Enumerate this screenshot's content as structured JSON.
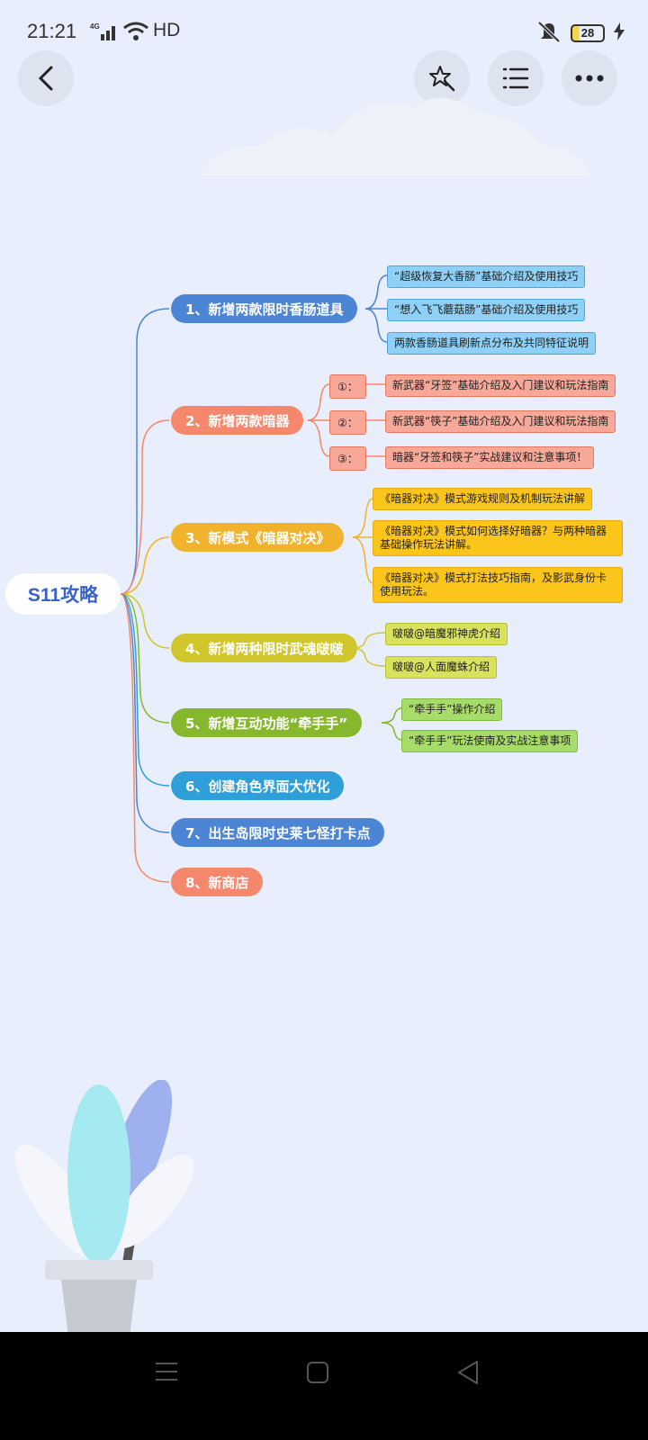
{
  "status": {
    "time": "21:21",
    "network": "4G",
    "hd": "HD",
    "battery": "28"
  },
  "toolbar": {
    "back_icon": "back-arrow",
    "style_icon": "magic-wand",
    "outline_icon": "list",
    "more_icon": "more-dots"
  },
  "mindmap": {
    "root": "S11攻略",
    "branches": [
      {
        "label": "1、新增两款限时香肠道具",
        "color": "#4c84d6",
        "children": [
          "“超级恢复大香肠”基础介绍及使用技巧",
          "“想入飞飞蘑菇肠”基础介绍及使用技巧",
          "两款香肠道具刷新点分布及共同特征说明"
        ]
      },
      {
        "label": "2、新增两款暗器",
        "color": "#f4876c",
        "numbers": [
          "①：",
          "②：",
          "③："
        ],
        "children": [
          "新武器“牙签”基础介绍及入门建议和玩法指南",
          "新武器“筷子”基础介绍及入门建议和玩法指南",
          "暗器“牙签和筷子”实战建议和注意事项！"
        ]
      },
      {
        "label": "3、新模式《暗器对决》",
        "color": "#f1b32c",
        "children": [
          "《暗器对决》模式游戏规则及机制玩法讲解",
          "《暗器对决》模式如何选择好暗器？与两种暗器基础操作玩法讲解。",
          "《暗器对决》模式打法技巧指南，及影武身份卡使用玩法。"
        ]
      },
      {
        "label": "4、新增两种限时武魂啵啵",
        "color": "#d1c72c",
        "children": [
          "啵啵@暗魔邪神虎介绍",
          "啵啵@人面魔蛛介绍"
        ]
      },
      {
        "label": "5、新增互动功能“牵手手”",
        "color": "#86b72c",
        "children": [
          "“牵手手”操作介绍",
          "“牵手手”玩法使南及实战注意事项"
        ]
      },
      {
        "label": "6、创建角色界面大优化",
        "color": "#2e9fd8",
        "children": []
      },
      {
        "label": "7、出生岛限时史莱七怪打卡点",
        "color": "#4c84d6",
        "children": []
      },
      {
        "label": "8、新商店",
        "color": "#f4876c",
        "children": []
      }
    ]
  },
  "navbar": {
    "menu_icon": "menu",
    "home_icon": "home-square",
    "back_icon": "back-triangle"
  }
}
